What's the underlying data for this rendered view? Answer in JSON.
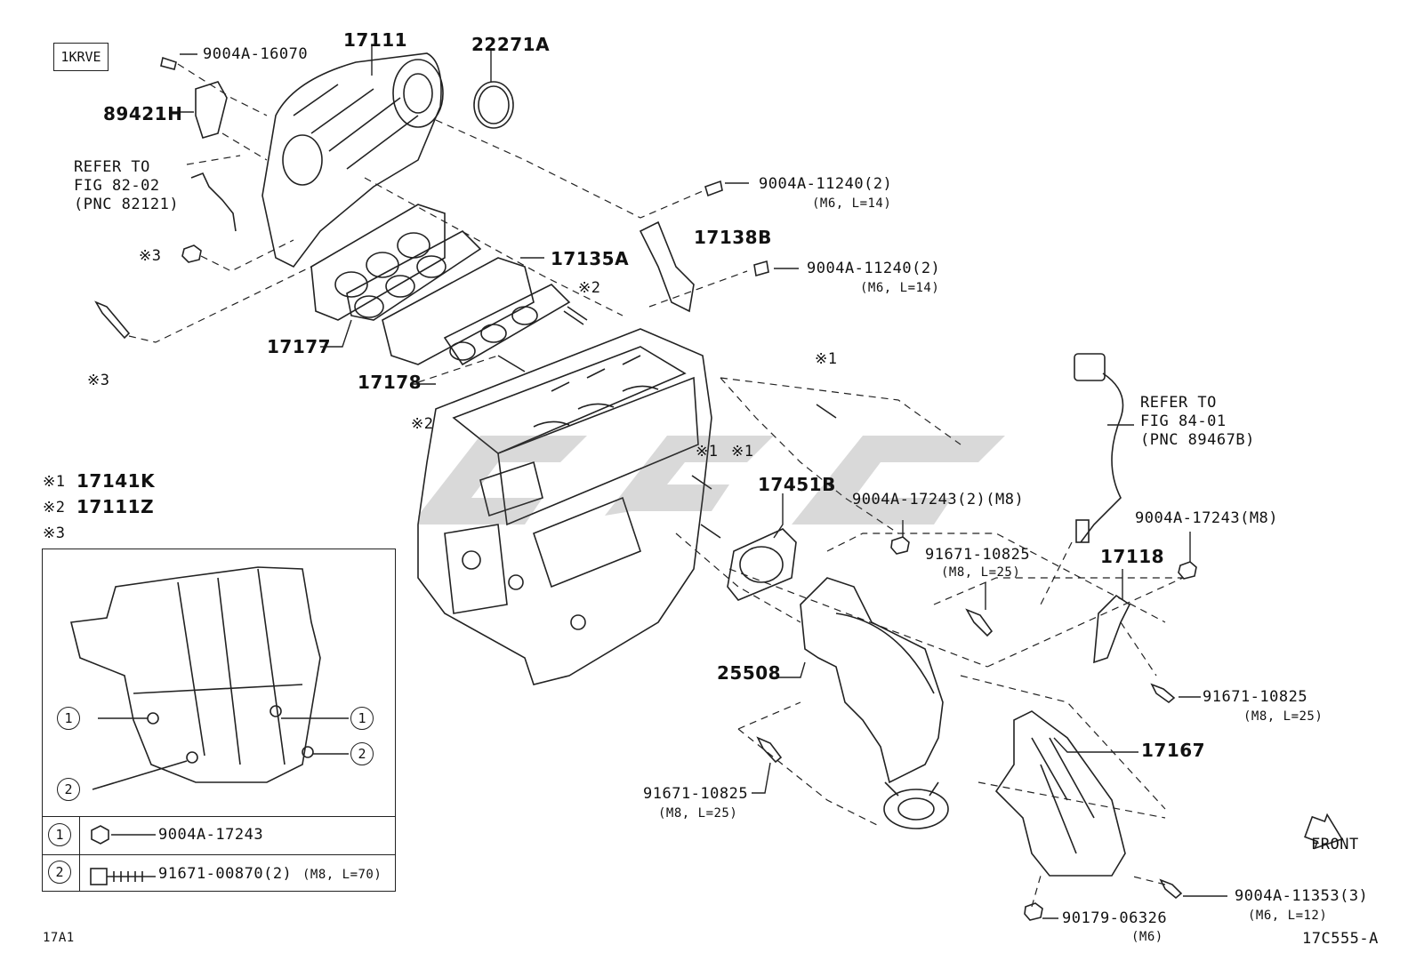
{
  "engine_code": "1KRVE",
  "diagram_id": "17C555-A",
  "page_ref": "17A1",
  "front_label": "FRONT",
  "parts": {
    "p17111": "17111",
    "p22271A": "22271A",
    "p9004A_16070": "9004A-16070",
    "p89421H": "89421H",
    "refer1_line1": "REFER TO",
    "refer1_line2": "FIG 82-02",
    "refer1_line3": "(PNC 82121)",
    "x3_nut": "※3",
    "x3_bolt": "※3",
    "p9004A_11240_a": "9004A-11240(2)",
    "p9004A_11240_a_spec": "(M6, L=14)",
    "p17138B": "17138B",
    "p9004A_11240_b": "9004A-11240(2)",
    "p9004A_11240_b_spec": "(M6, L=14)",
    "p17135A": "17135A",
    "x2_stud_a": "※2",
    "p17177": "17177",
    "p17178": "17178",
    "x2_stud_b": "※2",
    "x1_stud_a": "※1",
    "x1_stud_b": "※1",
    "x1_stud_c": "※1",
    "refer2_line1": "REFER TO",
    "refer2_line2": "FIG 84-01",
    "refer2_line3": "(PNC 89467B)",
    "p17451B": "17451B",
    "p9004A_17243_2": "9004A-17243(2)(M8)",
    "p9004A_17243": "9004A-17243(M8)",
    "p91671_10825_a": "91671-10825",
    "p91671_10825_a_spec": "(M8, L=25)",
    "p17118": "17118",
    "p25508": "25508",
    "p91671_10825_b": "91671-10825",
    "p91671_10825_b_spec": "(M8, L=25)",
    "p17167": "17167",
    "p91671_10825_c": "91671-10825",
    "p91671_10825_c_spec": "(M8, L=25)",
    "p9004A_11353": "9004A-11353(3)",
    "p9004A_11353_spec": "(M6, L=12)",
    "p90179_06326": "90179-06326",
    "p90179_06326_spec": "(M6)"
  },
  "notes": {
    "n1_mark": "※1",
    "n1_part": "17141K",
    "n2_mark": "※2",
    "n2_part": "17111Z",
    "n3_mark": "※3"
  },
  "legend": {
    "c1": "1",
    "c2": "2",
    "row1_part": "9004A-17243",
    "row2_part": "91671-00870(2)",
    "row2_spec": "(M8, L=70)"
  }
}
